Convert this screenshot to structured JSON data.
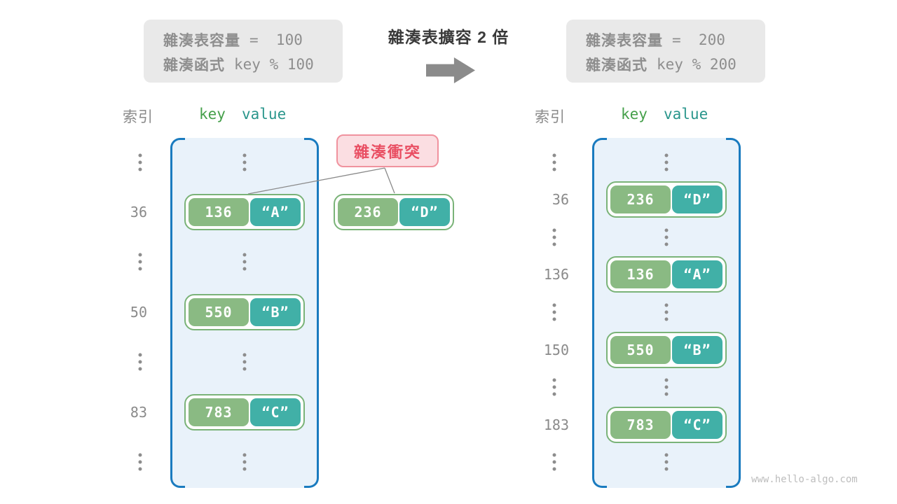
{
  "top": {
    "left_box": {
      "line1_label": "雜湊表容量",
      "line1_code": "=  100",
      "line2_label": "雜湊函式",
      "line2_code": "key % 100"
    },
    "title": "雜湊表擴容 2 倍",
    "right_box": {
      "line1_label": "雜湊表容量",
      "line1_code": "=  200",
      "line2_label": "雜湊函式",
      "line2_code": "key % 200"
    }
  },
  "collision": {
    "label": "雜湊衝突",
    "pair": {
      "key": "236",
      "value": "“D”"
    }
  },
  "left_table": {
    "headers": {
      "index": "索引",
      "key": "key",
      "value": "value"
    },
    "rows": [
      {
        "index": "36",
        "key": "136",
        "value": "“A”"
      },
      {
        "index": "50",
        "key": "550",
        "value": "“B”"
      },
      {
        "index": "83",
        "key": "783",
        "value": "“C”"
      }
    ]
  },
  "right_table": {
    "headers": {
      "index": "索引",
      "key": "key",
      "value": "value"
    },
    "rows": [
      {
        "index": "36",
        "key": "236",
        "value": "“D”"
      },
      {
        "index": "136",
        "key": "136",
        "value": "“A”"
      },
      {
        "index": "150",
        "key": "550",
        "value": "“B”"
      },
      {
        "index": "183",
        "key": "783",
        "value": "“C”"
      }
    ]
  },
  "watermark": "www.hello-algo.com",
  "colors": {
    "key_cell": "#8aba83",
    "value_cell": "#41b0a7",
    "pair_border": "#7ab378",
    "container_bg": "#e9f2fa",
    "bracket_blue": "#1a7bbf",
    "collision_bg": "#fbdee2",
    "collision_border": "#f0929e",
    "collision_text": "#e94f63",
    "gray_text": "#8a8a8a",
    "title_text": "#3a3a3a",
    "info_box_bg": "#e9e9e9"
  }
}
